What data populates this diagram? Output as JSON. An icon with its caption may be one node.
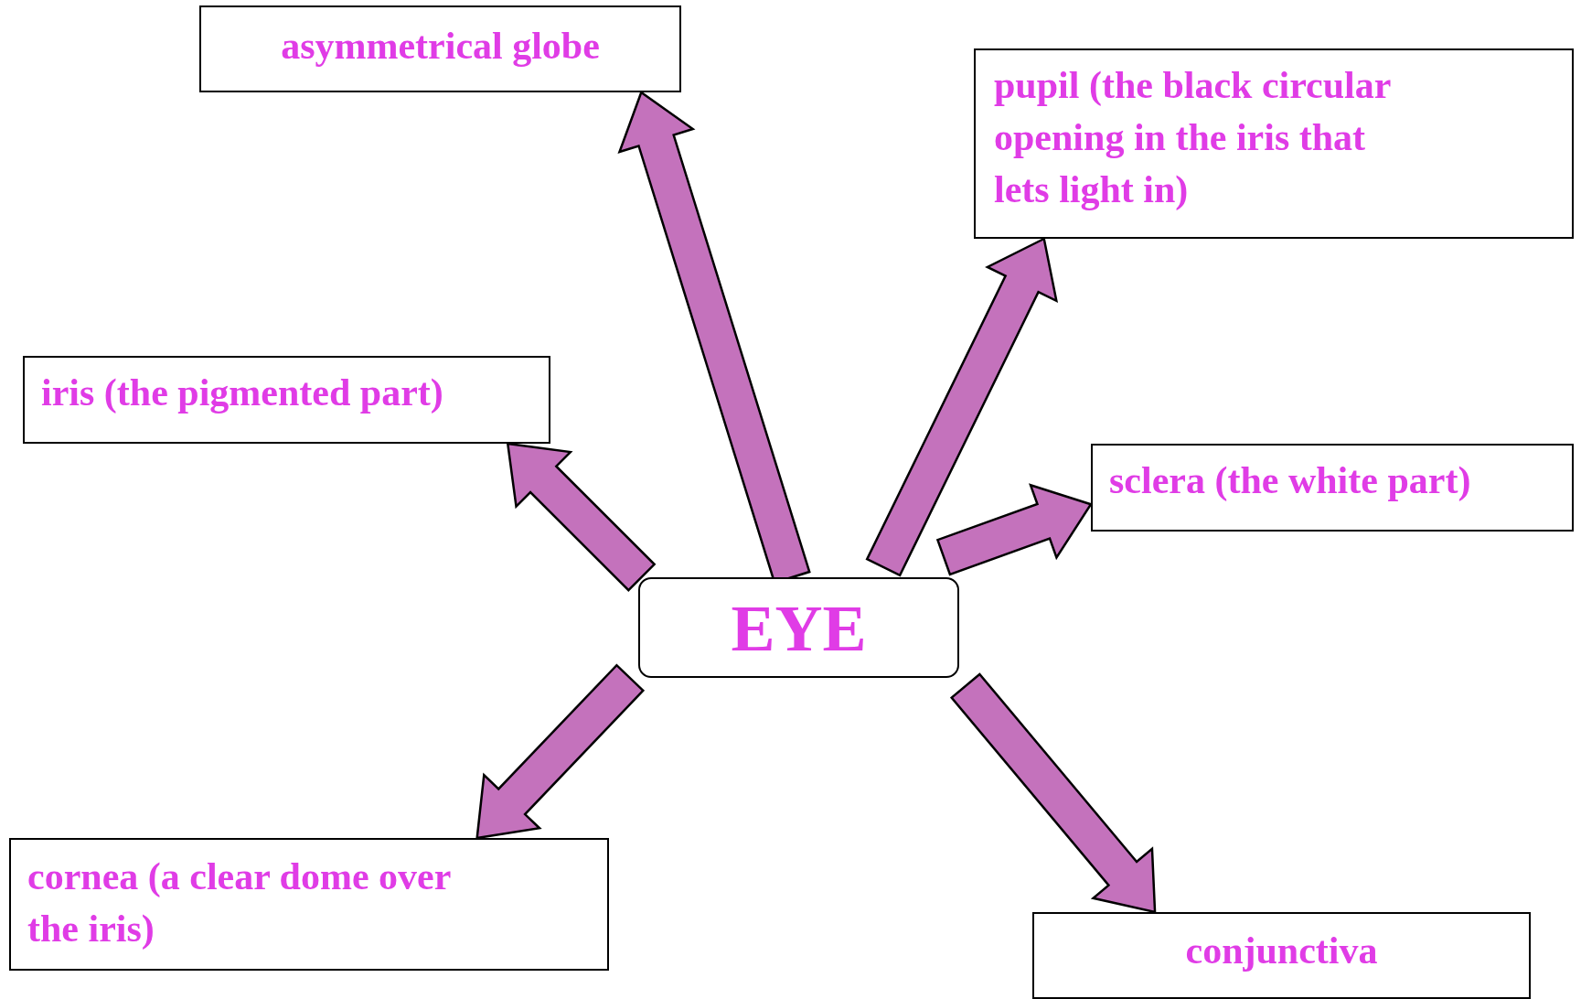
{
  "diagram": {
    "nodes": [
      {
        "text": [
          "EYE"
        ]
      },
      {
        "text": [
          "asymmetrical globe"
        ]
      },
      {
        "text": [
          "pupil (the black circular opening in the iris that lets light in)"
        ]
      },
      {
        "text": [
          "iris (the pigmented part)"
        ]
      },
      {
        "text": [
          "sclera (the white part)"
        ]
      },
      {
        "text": [
          "cornea (a clear dome over the iris)"
        ]
      },
      {
        "text": [
          "conjunctiva"
        ]
      }
    ],
    "edges": [
      {
        "from": 0,
        "to": 1,
        "arrow": "to"
      },
      {
        "from": 0,
        "to": 2,
        "arrow": "to"
      },
      {
        "from": 0,
        "to": 3,
        "arrow": "to"
      },
      {
        "from": 0,
        "to": 4,
        "arrow": "to"
      },
      {
        "from": 0,
        "to": 5,
        "arrow": "to"
      },
      {
        "from": 0,
        "to": 6,
        "arrow": "to"
      }
    ]
  }
}
